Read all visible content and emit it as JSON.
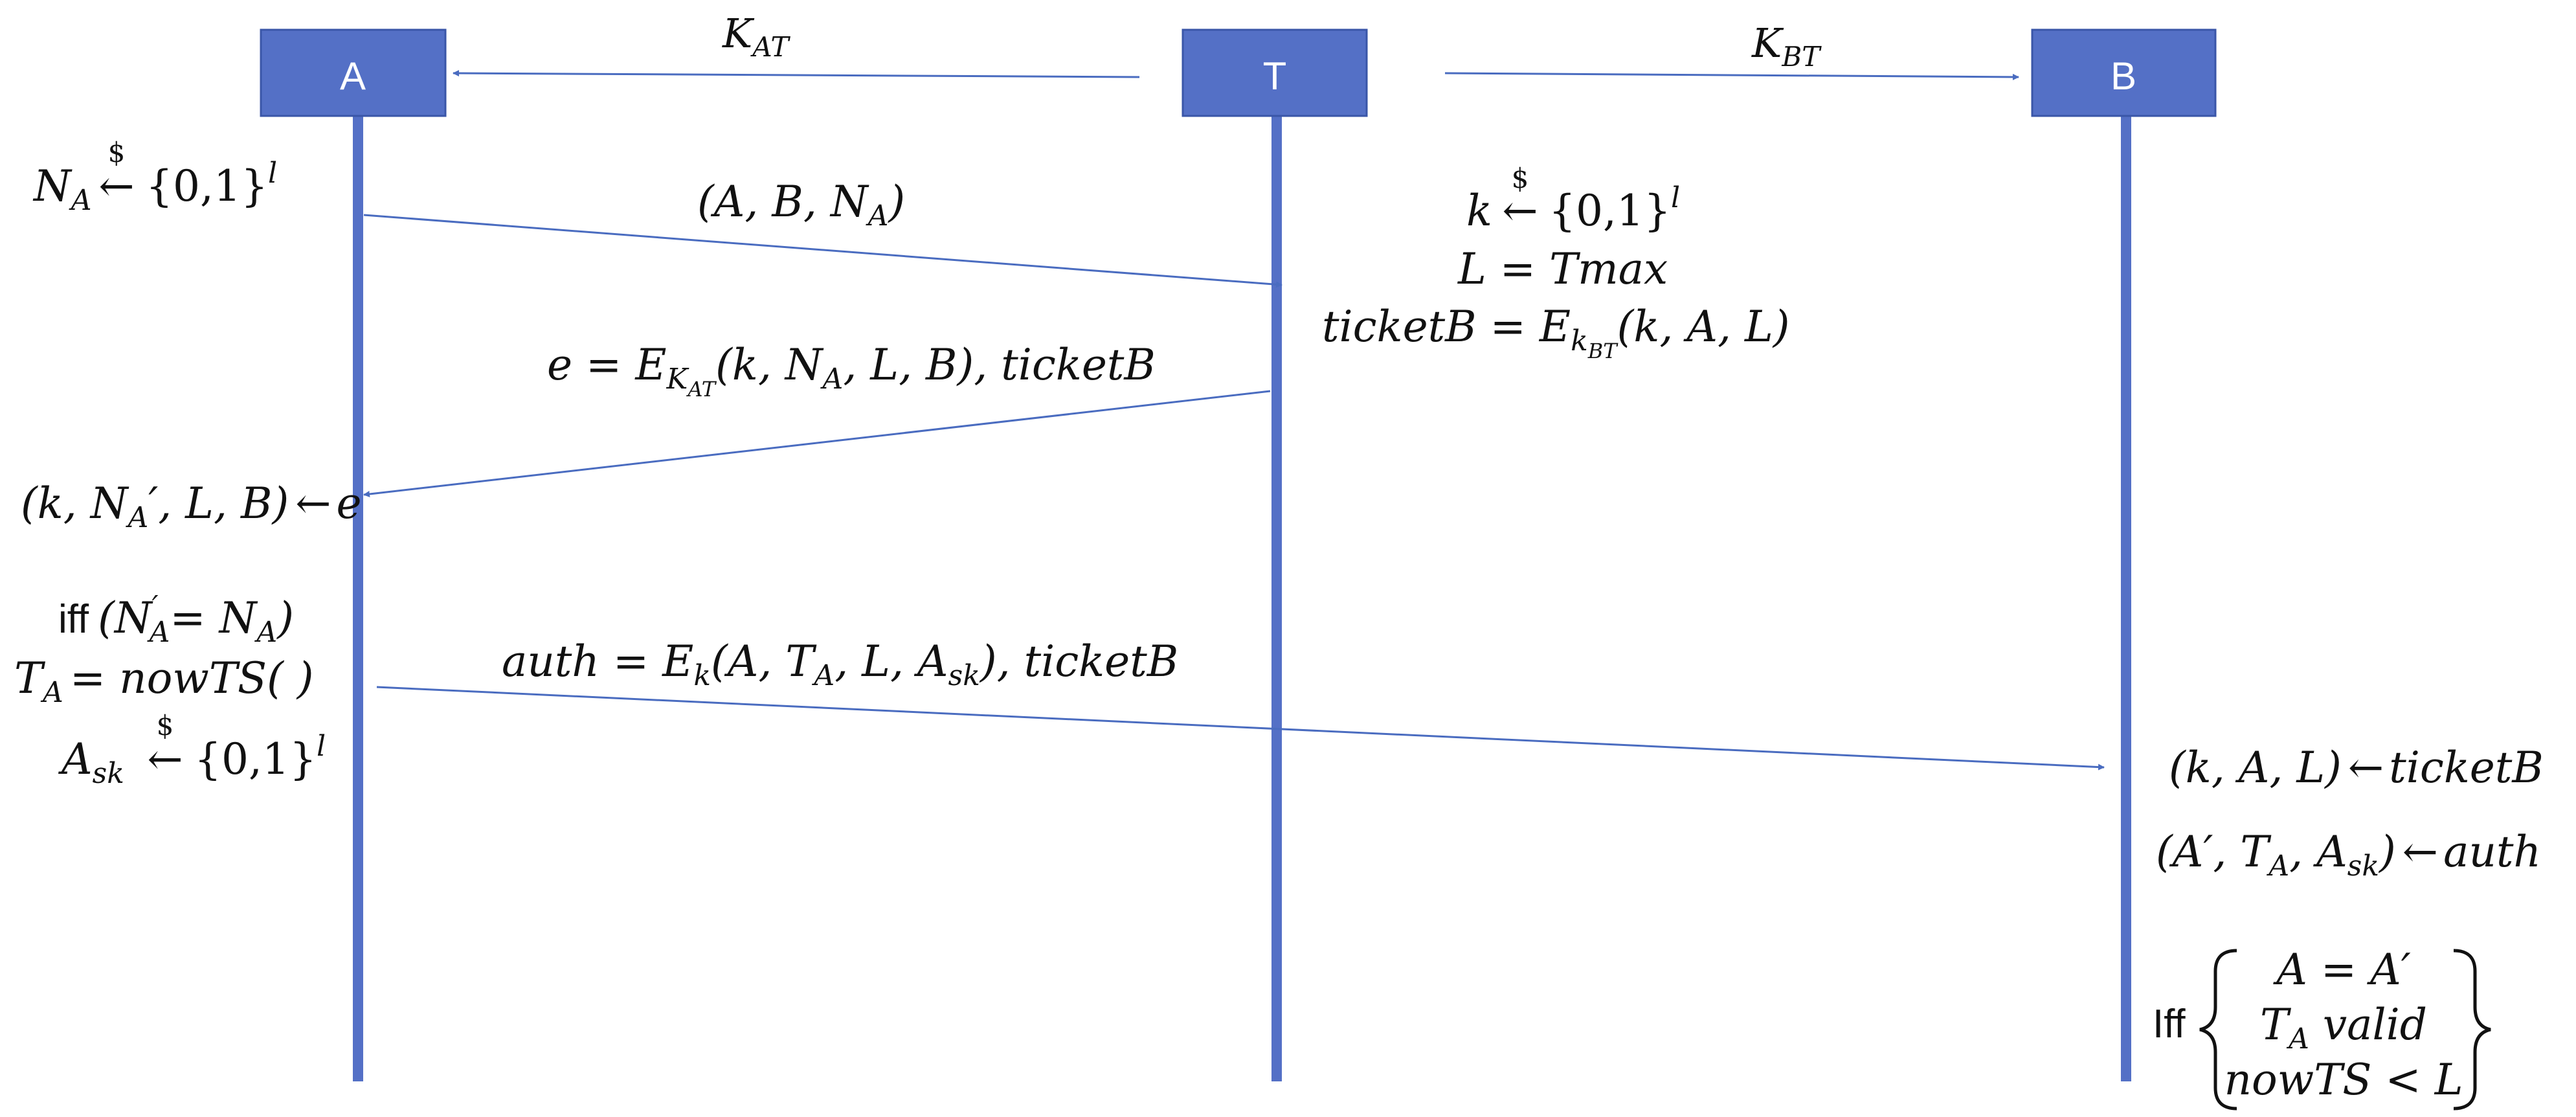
{
  "colors": {
    "entity_fill": "#5470C6",
    "entity_stroke": "#3A56A8",
    "lifeline": "#5470C6",
    "arrow": "#4A6CC0",
    "text": "#111111"
  },
  "entities": [
    {
      "id": "A",
      "label": "A"
    },
    {
      "id": "T",
      "label": "T"
    },
    {
      "id": "B",
      "label": "B"
    }
  ],
  "key_labels": {
    "kat": {
      "main": "K",
      "sub": "AT"
    },
    "kbt": {
      "main": "K",
      "sub": "BT"
    }
  },
  "messages": {
    "m1": {
      "parts": [
        "(A, B, N",
        "A",
        ")"
      ]
    },
    "m2": {
      "parts": [
        "e = E",
        "K",
        "AT",
        "(k, N",
        "A",
        ", L, B), ticketB"
      ]
    },
    "m3": {
      "parts": [
        "auth = E",
        "k",
        "(A, T",
        "A",
        ", L, A",
        "sk",
        "), ticketB"
      ]
    }
  },
  "steps": {
    "a_nonce": {
      "lhs": "N",
      "sub": "A",
      "dollar": "$",
      "arrow": "←",
      "set": "{0,1}",
      "sup": "l"
    },
    "a_decrypt": {
      "parts": [
        "(k, N",
        "A",
        "′, L, B)",
        "←",
        "e"
      ]
    },
    "a_iff": {
      "word": "iff",
      "p1": "(N",
      "prime": "′",
      "sub1": "A",
      "p2": "= N",
      "sub2": "A",
      "p3": ")"
    },
    "a_ts": {
      "lhs": "T",
      "sub": "A",
      "rhs": "= nowTS(    )"
    },
    "a_ask": {
      "lhs": "A",
      "sub": "sk",
      "dollar": "$",
      "arrow": "←",
      "set": "{0,1}",
      "sup": "l"
    },
    "t_k": {
      "lhs": "k",
      "dollar": "$",
      "arrow": "←",
      "set": "{0,1}",
      "sup": "l"
    },
    "t_l": {
      "text": "L = Tmax"
    },
    "t_ticket": {
      "lhs": "ticketB = E",
      "sub1": "k",
      "sub2": "BT",
      "rhs": "(k, A, L)"
    },
    "b_ticket": {
      "lhs": "(k, A, L)",
      "arrow": "←",
      "rhs": "ticketB"
    },
    "b_auth": {
      "p1": "(A′, T",
      "sub": "A",
      "p2": ", A",
      "sub2": "sk",
      "p3": ")",
      "arrow": "←",
      "rhs": "auth"
    },
    "b_iff": {
      "word": "Iff",
      "c1": "A = A′",
      "c2_main": "T",
      "c2_sub": "A",
      "c2_rest": " valid",
      "c3": "nowTS < L"
    }
  }
}
